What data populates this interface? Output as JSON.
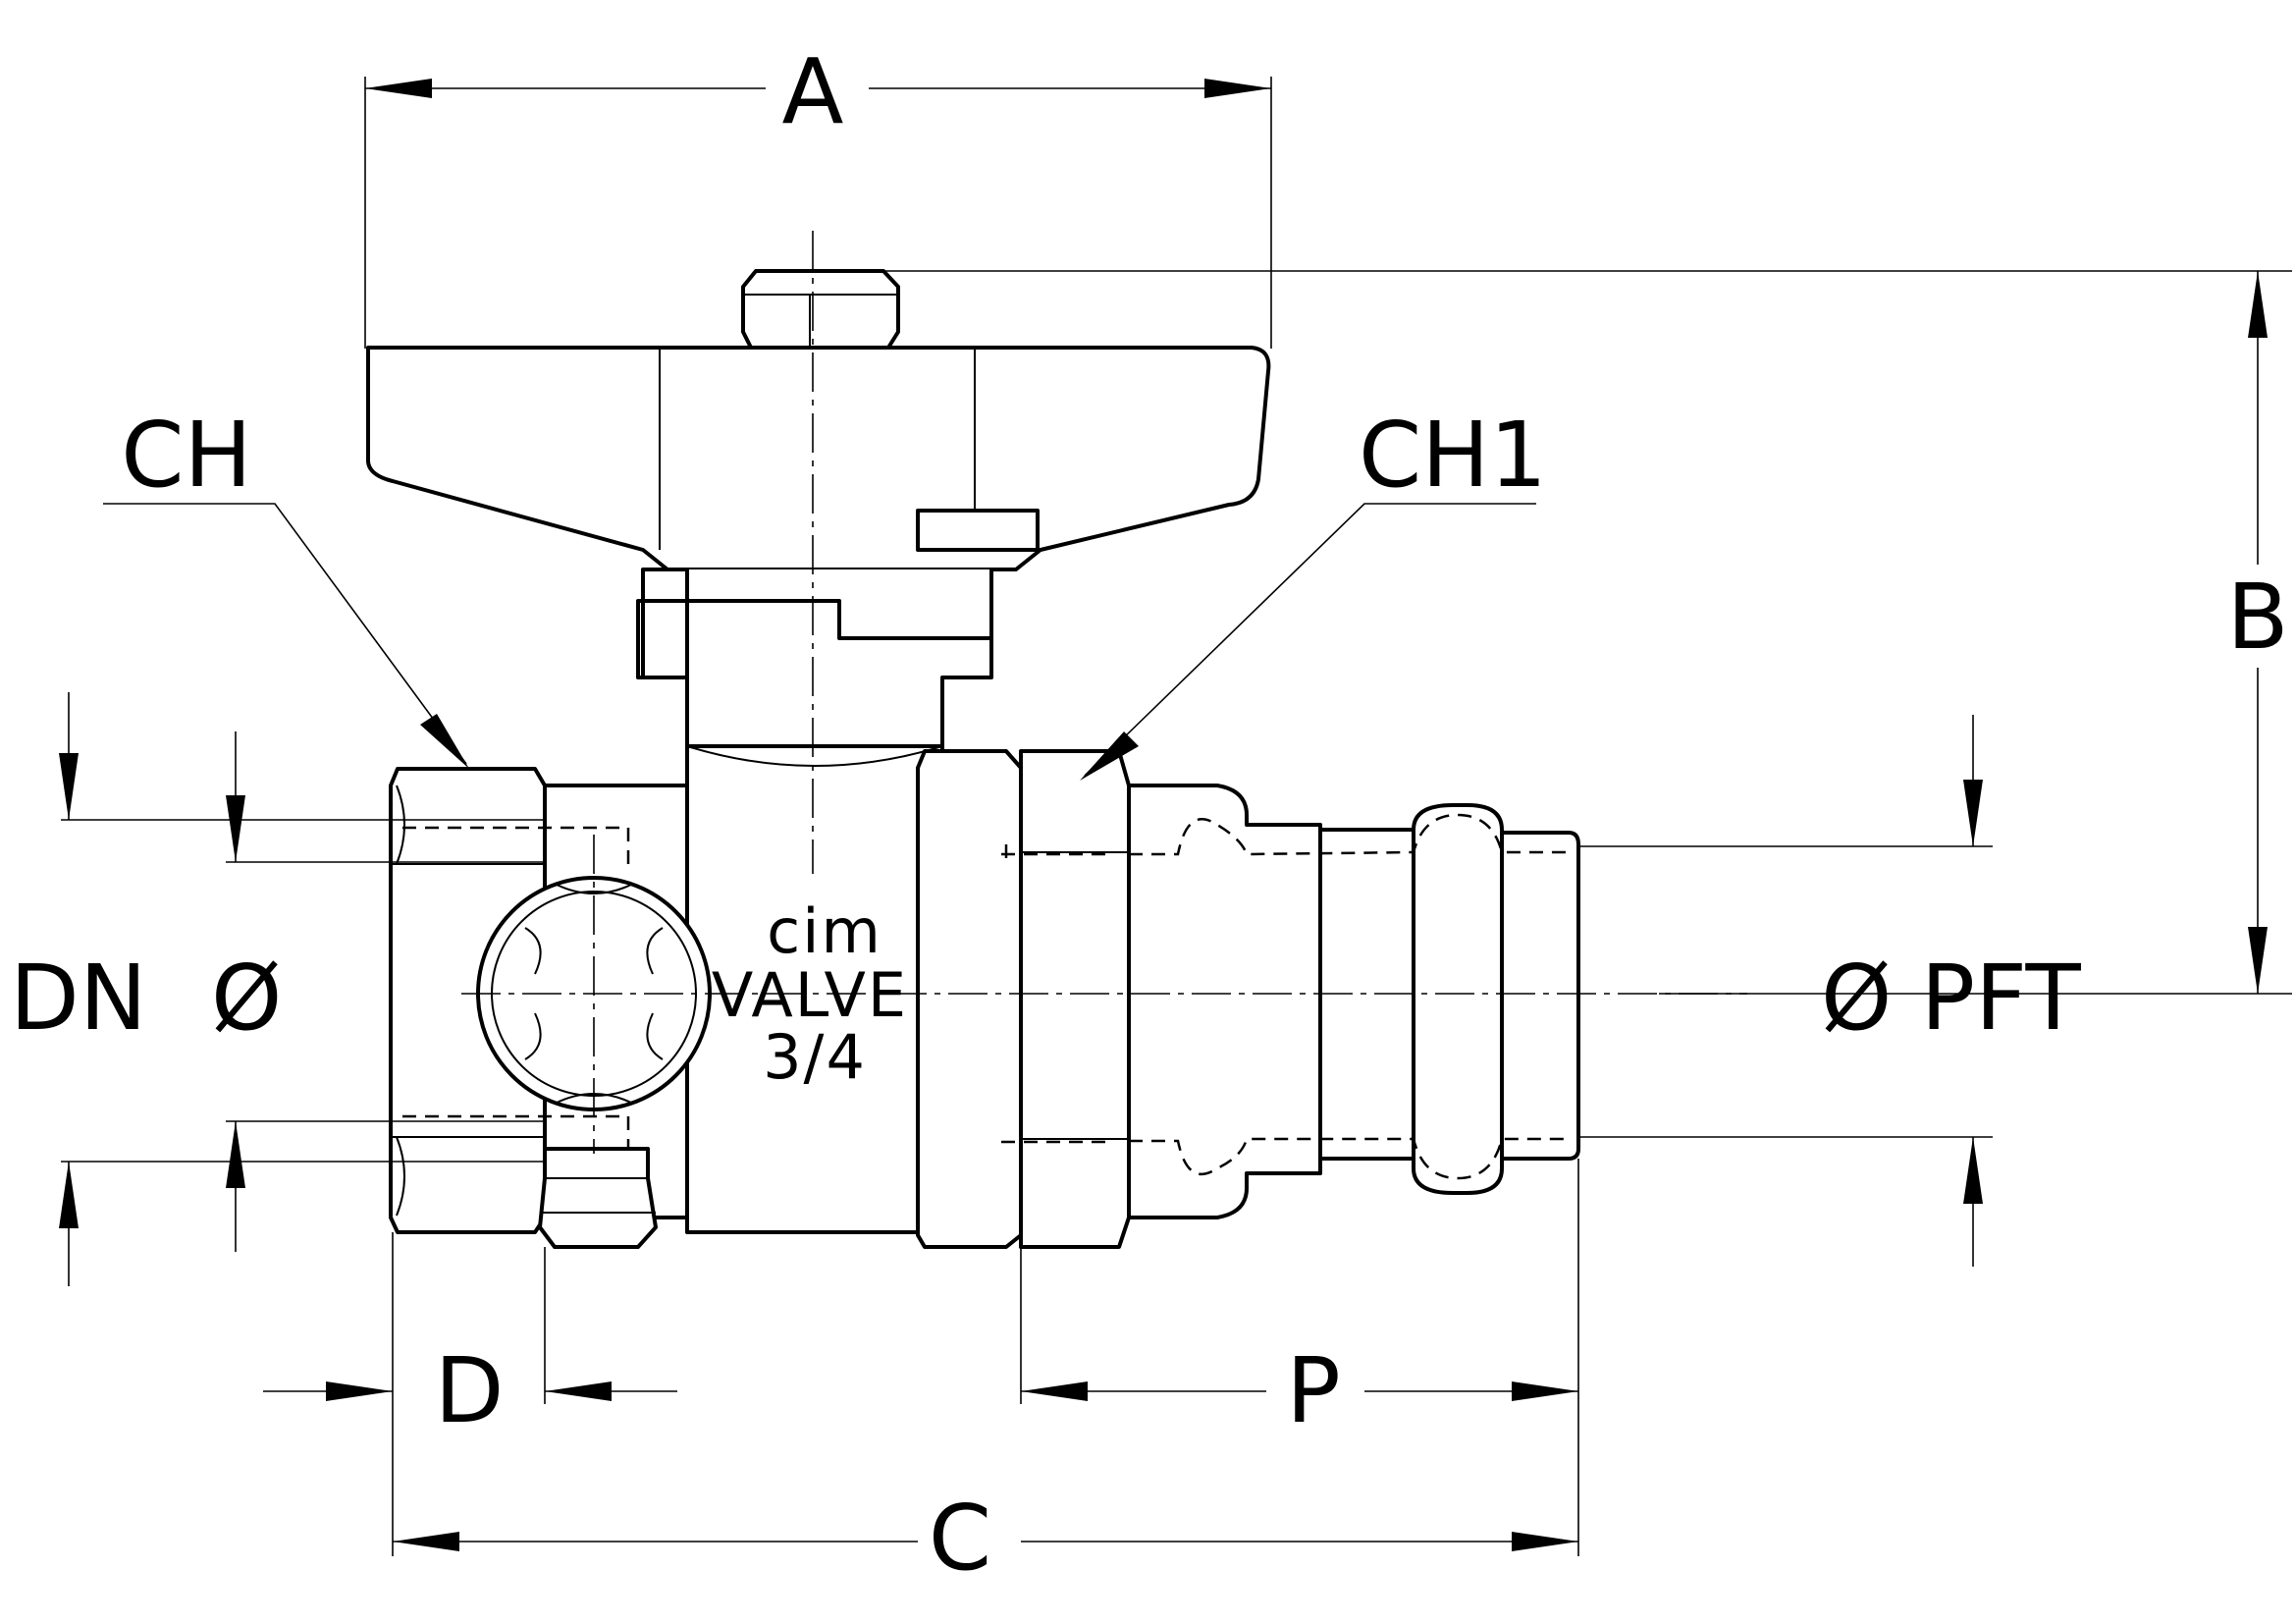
{
  "dimensions": {
    "A": "A",
    "B": "B",
    "C": "C",
    "D": "D",
    "P": "P",
    "CH": "CH",
    "CH1": "CH1",
    "DN": "DN",
    "diameter_left": "Ø",
    "diameter_right": "Ø PFT"
  },
  "body_marking": {
    "brand": "cim",
    "line2": "VALVE",
    "size": "3/4"
  }
}
